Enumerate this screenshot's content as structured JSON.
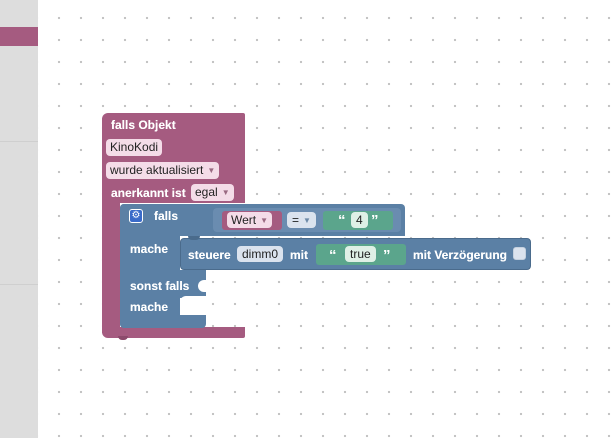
{
  "colors": {
    "event_block": "#a55b80",
    "control_block": "#5b80a5",
    "logic_block": "#5ba55b",
    "text_block": "#5ba58c",
    "category_highlight": "#a55b80"
  },
  "event_block": {
    "title": "falls Objekt",
    "object_id": "KinoKodi",
    "trigger_option": "wurde aktualisiert",
    "ack_label": "anerkannt ist",
    "ack_option": "egal"
  },
  "if_block": {
    "gear_icon": "gear-icon",
    "if_label": "falls",
    "do_label": "mache",
    "else_label": "sonst falls",
    "else_do_label": "mache"
  },
  "compare_block": {
    "variable": "Wert",
    "operator": "=",
    "value_text": "4"
  },
  "control_statement": {
    "label": "steuere",
    "object_id": "dimm0",
    "with_label": "mit",
    "value_text": "true",
    "delay_label": "mit Verzögerung"
  },
  "glyphs": {
    "open_quote": "“",
    "close_quote": "”",
    "dropdown_arrow": "▼"
  }
}
